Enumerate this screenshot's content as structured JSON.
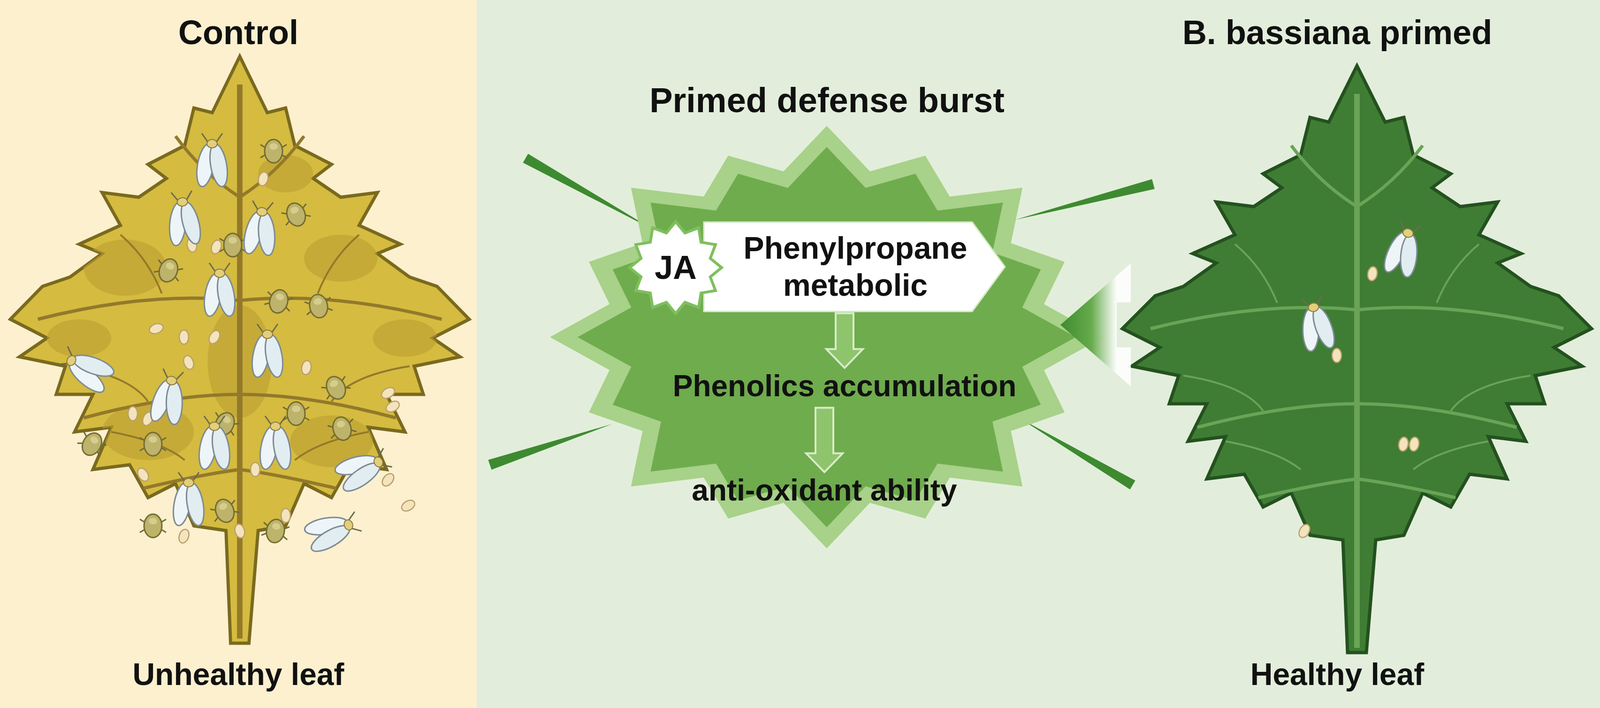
{
  "diagram": {
    "nodes": [
      {
        "text": [
          "Control",
          "Unhealthy leaf"
        ]
      },
      {
        "text": [
          "Primed defense burst"
        ]
      },
      {
        "text": [
          "JA"
        ],
        "in": 1
      },
      {
        "text": [
          "Phenylpropane metabolic"
        ],
        "in": 1
      },
      {
        "text": [
          "Phenolics accumulation"
        ],
        "in": 1
      },
      {
        "text": [
          "anti-oxidant ability"
        ],
        "in": 1
      },
      {
        "text": [
          "B. bassiana primed",
          "Healthy leaf"
        ]
      }
    ],
    "edges": [
      {
        "from": 3,
        "to": 4,
        "arrow": "to"
      },
      {
        "from": 4,
        "to": 5,
        "arrow": "to"
      },
      {
        "from": 6,
        "to": 1,
        "arrow": "to"
      }
    ]
  }
}
